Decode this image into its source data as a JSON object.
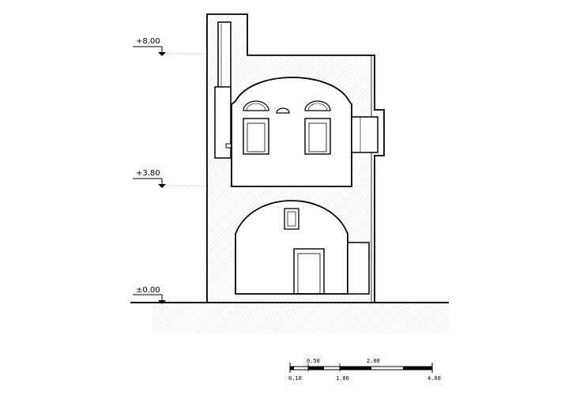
{
  "levels": [
    {
      "label": "+8.00"
    },
    {
      "label": "+3.80"
    },
    {
      "label": "±0.00"
    }
  ],
  "scale_bar": {
    "top_labels": [
      "0.50",
      "2.00"
    ],
    "bottom_labels": [
      "0.10",
      "1.00",
      "4.00"
    ]
  },
  "colors": {
    "line": "#000000",
    "hatch": "#bdbdbd",
    "background": "#ffffff"
  }
}
